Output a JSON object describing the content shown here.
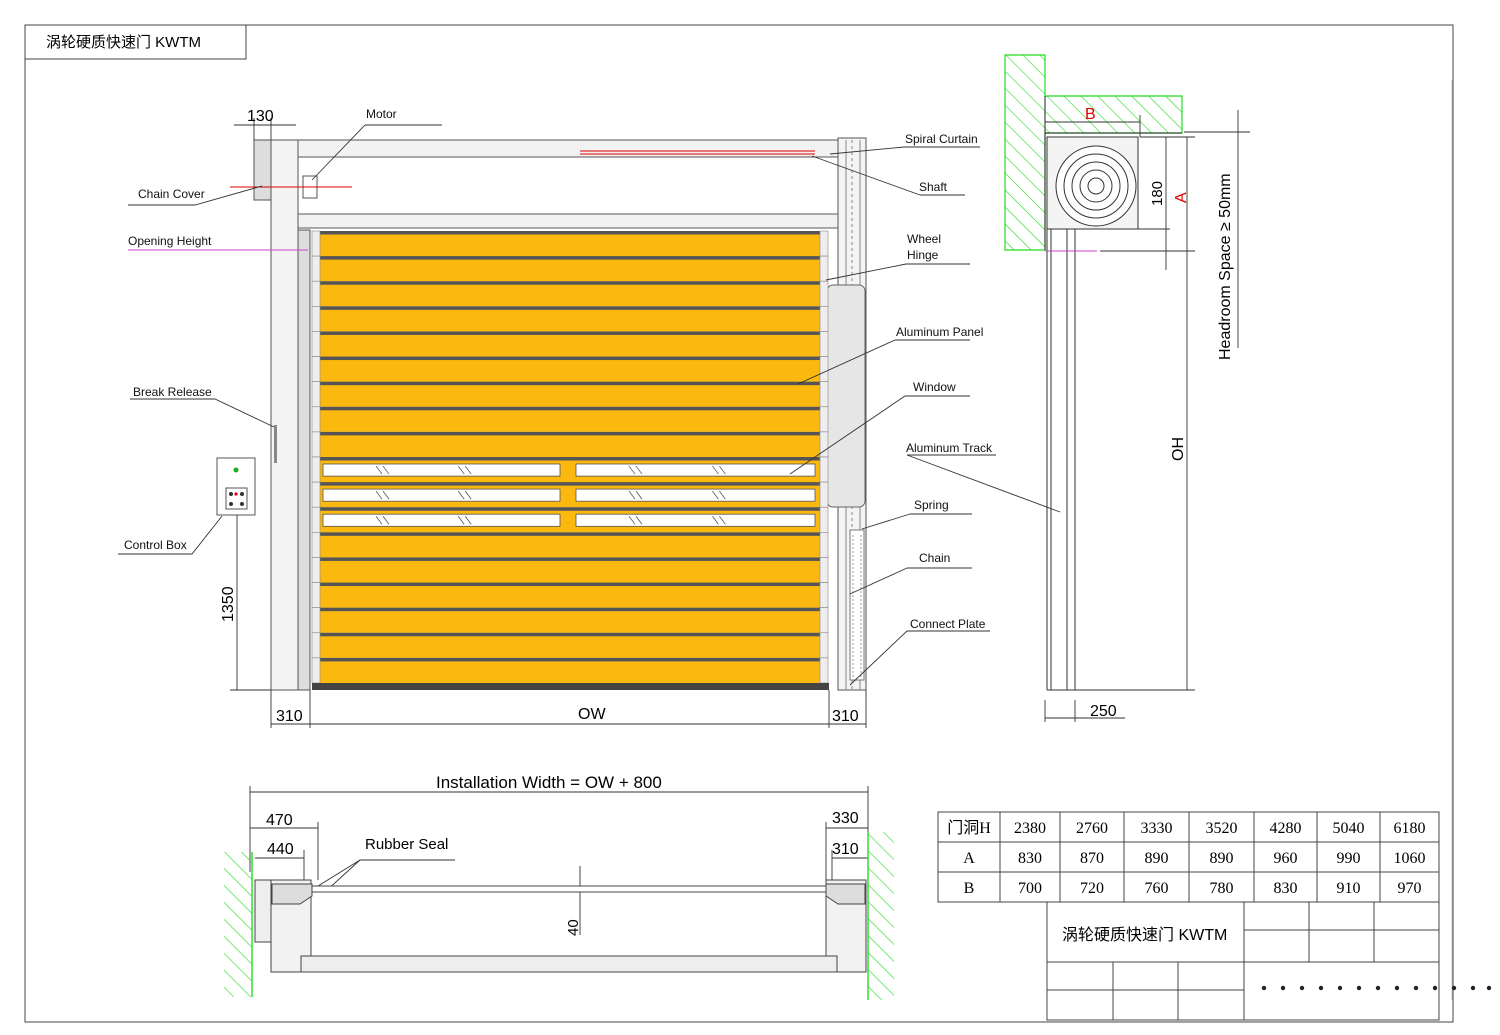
{
  "title": "涡轮硬质快速门 KWTM",
  "colors": {
    "panel": "#FBB80F",
    "panel_line": "#555555",
    "wall_hatch": "#22DD22",
    "accent_red": "#E00000",
    "opening_line": "#CC44CC",
    "frame_fill": "#E6E6E6"
  },
  "front_view": {
    "labels": {
      "motor": "Motor",
      "chain_cover": "Chain Cover",
      "opening_height": "Opening Height",
      "break_release": "Break Release",
      "control_box": "Control Box",
      "spiral_curtain": "Spiral Curtain",
      "shaft": "Shaft",
      "wheel": "Wheel",
      "hinge": "Hinge",
      "aluminum_panel": "Aluminum Panel",
      "window": "Window",
      "aluminum_track": "Aluminum Track",
      "spring": "Spring",
      "chain": "Chain",
      "connect_plate": "Connect Plate"
    },
    "dims": {
      "top_130": "130",
      "h_1350": "1350",
      "left_310": "310",
      "ow": "OW",
      "right_310": "310"
    }
  },
  "side_view": {
    "B": "B",
    "A": "A",
    "d180": "180",
    "headroom": "Headroom Space ≥ 50mm",
    "oh": "OH",
    "d250": "250"
  },
  "plan_view": {
    "install_width": "Installation Width = OW + 800",
    "d470": "470",
    "d440": "440",
    "rubber_seal": "Rubber Seal",
    "d330": "330",
    "d310": "310",
    "d40": "40"
  },
  "spec_table": {
    "rows": [
      {
        "head": "门洞H",
        "values": [
          "2380",
          "2760",
          "3330",
          "3520",
          "4280",
          "5040",
          "6180"
        ]
      },
      {
        "head": "A",
        "values": [
          "830",
          "870",
          "890",
          "890",
          "960",
          "990",
          "1060"
        ]
      },
      {
        "head": "B",
        "values": [
          "700",
          "720",
          "760",
          "780",
          "830",
          "910",
          "970"
        ]
      }
    ]
  },
  "title_block": {
    "title": "涡轮硬质快速门 KWTM"
  }
}
